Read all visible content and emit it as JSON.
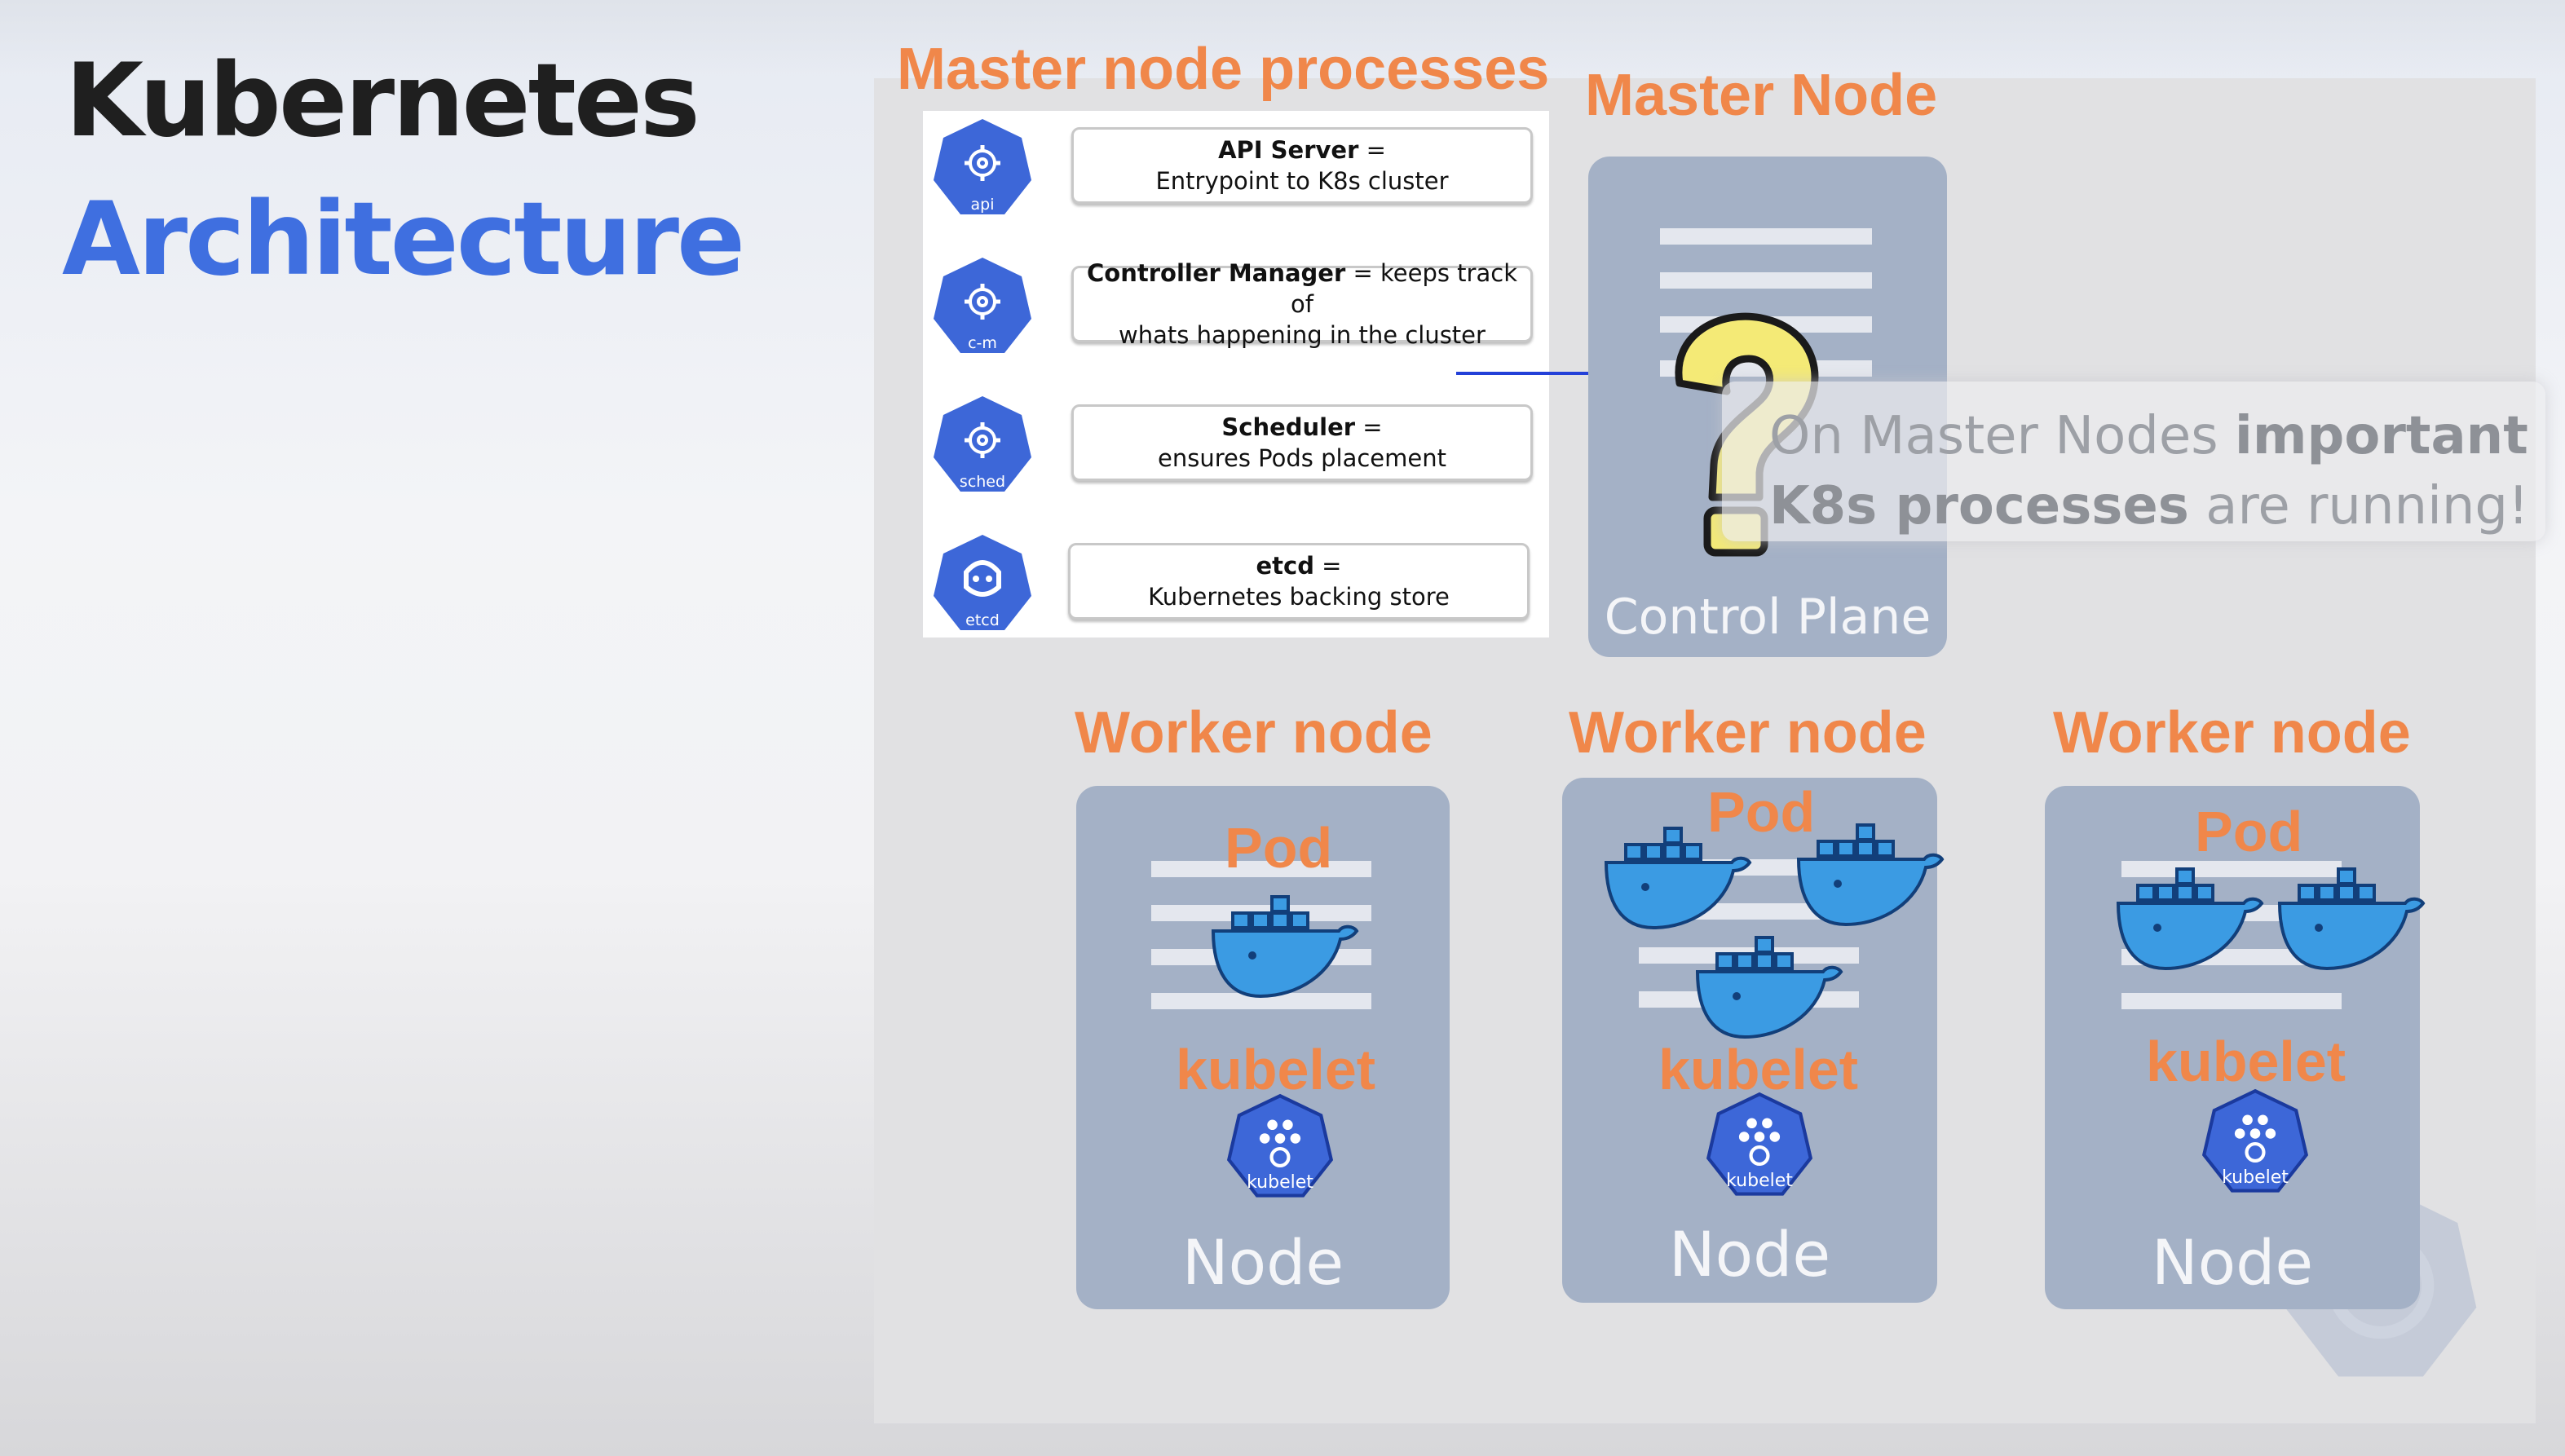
{
  "title": {
    "line1": "Kubernetes",
    "line2": "Architecture"
  },
  "master_processes": {
    "heading": "Master node processes",
    "items": [
      {
        "icon_label": "api",
        "icon": "gear-heptagon-icon",
        "name": "API Server",
        "desc1": " =",
        "desc2": "Entrypoint to K8s cluster"
      },
      {
        "icon_label": "c-m",
        "icon": "gear-heptagon-icon",
        "name": "Controller Manager",
        "desc1": " = keeps track of",
        "desc2": "whats happening in the cluster"
      },
      {
        "icon_label": "sched",
        "icon": "gear-heptagon-icon",
        "name": "Scheduler",
        "desc1": " =",
        "desc2": "ensures Pods placement"
      },
      {
        "icon_label": "etcd",
        "icon": "etcd-heptagon-icon",
        "name": "etcd",
        "desc1": " =",
        "desc2": "Kubernetes backing store"
      }
    ]
  },
  "master_node": {
    "heading": "Master Node",
    "footer": "Control Plane",
    "icon": "question-mark-icon"
  },
  "callout": {
    "line1_a": "On Master Nodes ",
    "line1_b": "important",
    "line2_a": "K8s processes",
    "line2_b": " are running!"
  },
  "workers": [
    {
      "heading": "Worker node",
      "pod": "Pod",
      "kubelet": "kubelet",
      "kubelet_icon_label": "kubelet",
      "footer": "Node",
      "containers": 1
    },
    {
      "heading": "Worker node",
      "pod": "Pod",
      "kubelet": "kubelet",
      "kubelet_icon_label": "kubelet",
      "footer": "Node",
      "containers": 3
    },
    {
      "heading": "Worker node",
      "pod": "Pod",
      "kubelet": "kubelet",
      "kubelet_icon_label": "kubelet",
      "footer": "Node",
      "containers": 2
    }
  ],
  "colors": {
    "accent_orange": "#f0874a",
    "k8s_blue": "#3f6fe0",
    "icon_blue": "#3d67d8",
    "docker_blue": "#2a8fd8",
    "node_card": "#a4b1c6"
  }
}
